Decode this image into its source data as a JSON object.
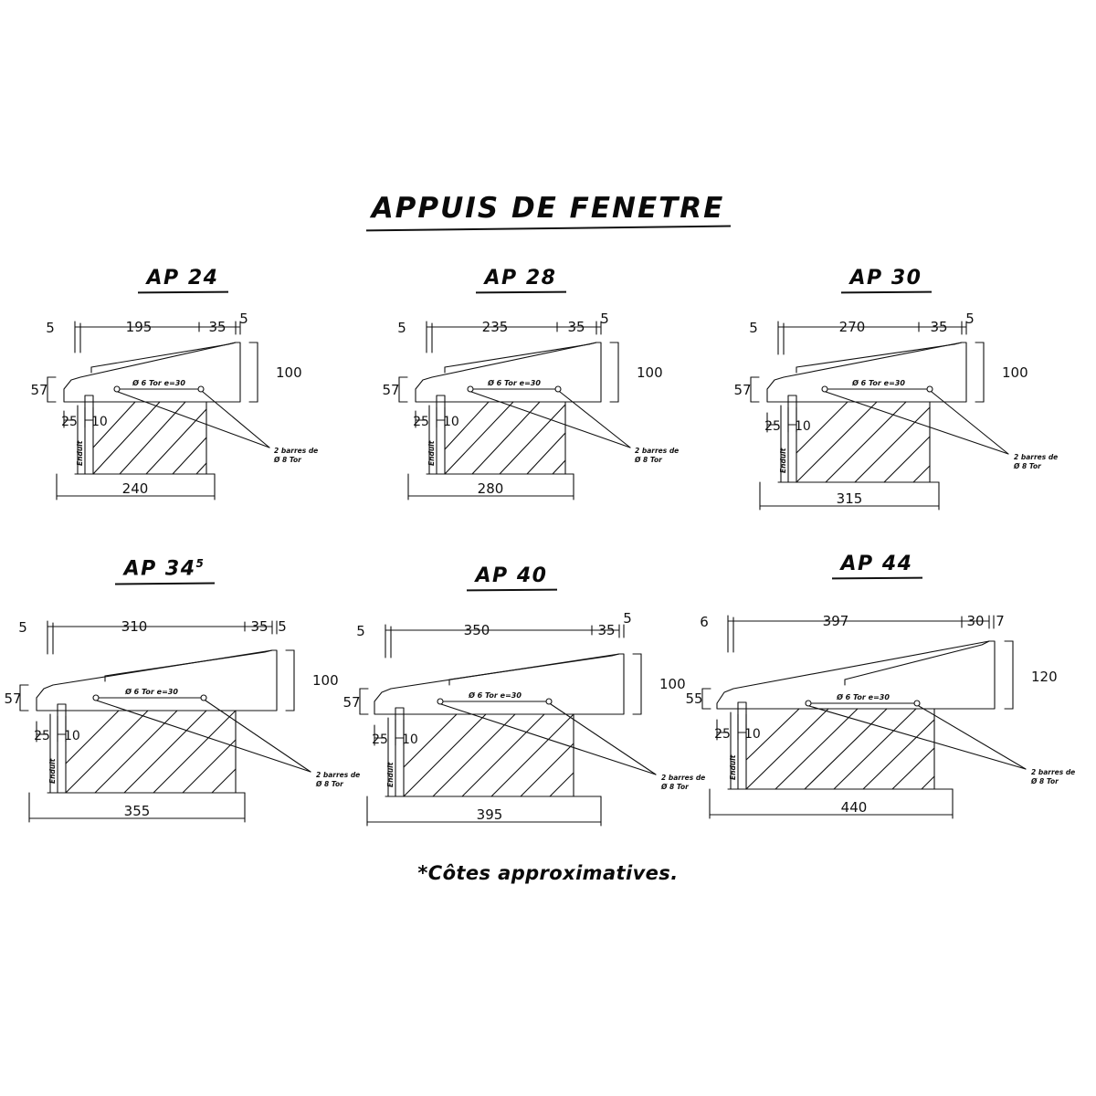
{
  "page": {
    "title": "APPUIS DE FENETRE",
    "footnote": "*Côtes approximatives."
  },
  "common": {
    "rebar_top_label": "Ø 6 Tor  e=30",
    "rebar_note_line1": "2 barres de",
    "rebar_note_line2": "Ø 8 Tor",
    "render_label": "Enduit",
    "colors": {
      "line": "#111111",
      "background": "#ffffff"
    }
  },
  "figures": [
    {
      "id": "ap24",
      "title": "AP 24",
      "title_sup": "",
      "dims": {
        "top_left": "5",
        "top_main": "195",
        "top_right": "35",
        "top_far_right": "5",
        "left_height": "57",
        "right_height": "100",
        "lower_left_a": "25",
        "lower_left_b": "10",
        "bottom_total": "240"
      }
    },
    {
      "id": "ap28",
      "title": "AP 28",
      "title_sup": "",
      "dims": {
        "top_left": "5",
        "top_main": "235",
        "top_right": "35",
        "top_far_right": "5",
        "left_height": "57",
        "right_height": "100",
        "lower_left_a": "25",
        "lower_left_b": "10",
        "bottom_total": "280"
      }
    },
    {
      "id": "ap30",
      "title": "AP 30",
      "title_sup": "",
      "dims": {
        "top_left": "5",
        "top_main": "270",
        "top_right": "35",
        "top_far_right": "5",
        "left_height": "57",
        "right_height": "100",
        "lower_left_a": "25",
        "lower_left_b": "10",
        "bottom_total": "315"
      }
    },
    {
      "id": "ap345",
      "title": "AP 34",
      "title_sup": "5",
      "dims": {
        "top_left": "5",
        "top_main": "310",
        "top_right": "35",
        "top_far_right": "5",
        "left_height": "57",
        "right_height": "100",
        "lower_left_a": "25",
        "lower_left_b": "10",
        "bottom_total": "355"
      }
    },
    {
      "id": "ap40",
      "title": "AP 40",
      "title_sup": "",
      "dims": {
        "top_left": "5",
        "top_main": "350",
        "top_right": "35",
        "top_far_right": "5",
        "left_height": "57",
        "right_height": "100",
        "lower_left_a": "25",
        "lower_left_b": "10",
        "bottom_total": "395"
      }
    },
    {
      "id": "ap44",
      "title": "AP 44",
      "title_sup": "",
      "dims": {
        "top_left": "6",
        "top_main": "397",
        "top_right": "30",
        "top_far_right": "7",
        "left_height": "55",
        "right_height": "120",
        "lower_left_a": "25",
        "lower_left_b": "10",
        "bottom_total": "440"
      }
    }
  ]
}
